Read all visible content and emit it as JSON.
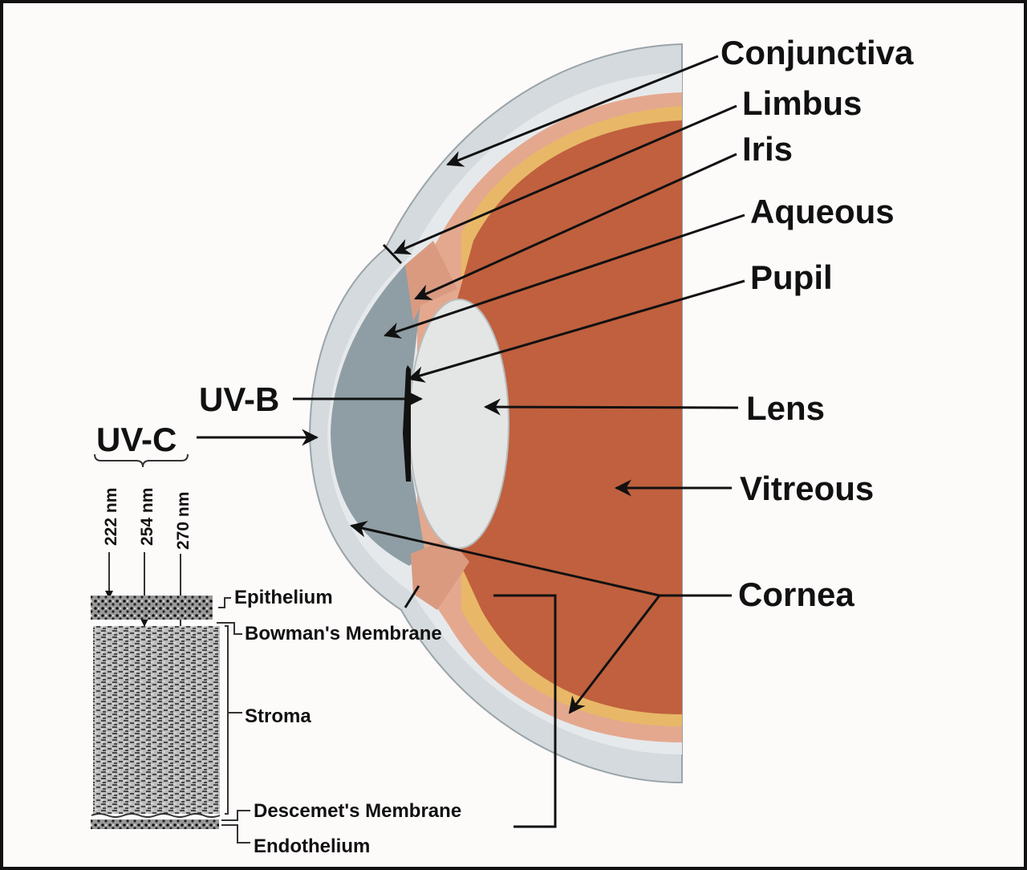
{
  "labels": {
    "conjunctiva": "Conjunctiva",
    "limbus": "Limbus",
    "iris": "Iris",
    "aqueous": "Aqueous",
    "pupil": "Pupil",
    "lens": "Lens",
    "vitreous": "Vitreous",
    "cornea": "Cornea",
    "uvb": "UV-B",
    "uvc": "UV-C"
  },
  "wavelengths": [
    "222 nm",
    "254 nm",
    "270 nm"
  ],
  "layers": {
    "epithelium": "Epithelium",
    "bowman": "Bowman's Membrane",
    "stroma": "Stroma",
    "descemet": "Descemet's Membrane",
    "endothelium": "Endothelium"
  },
  "colors": {
    "vitreous": "#c0603e",
    "sclera": "#d4dadd",
    "aqueous": "#8f9ea4",
    "lens": "#e4e6e6",
    "iris": "#e4a88e"
  }
}
